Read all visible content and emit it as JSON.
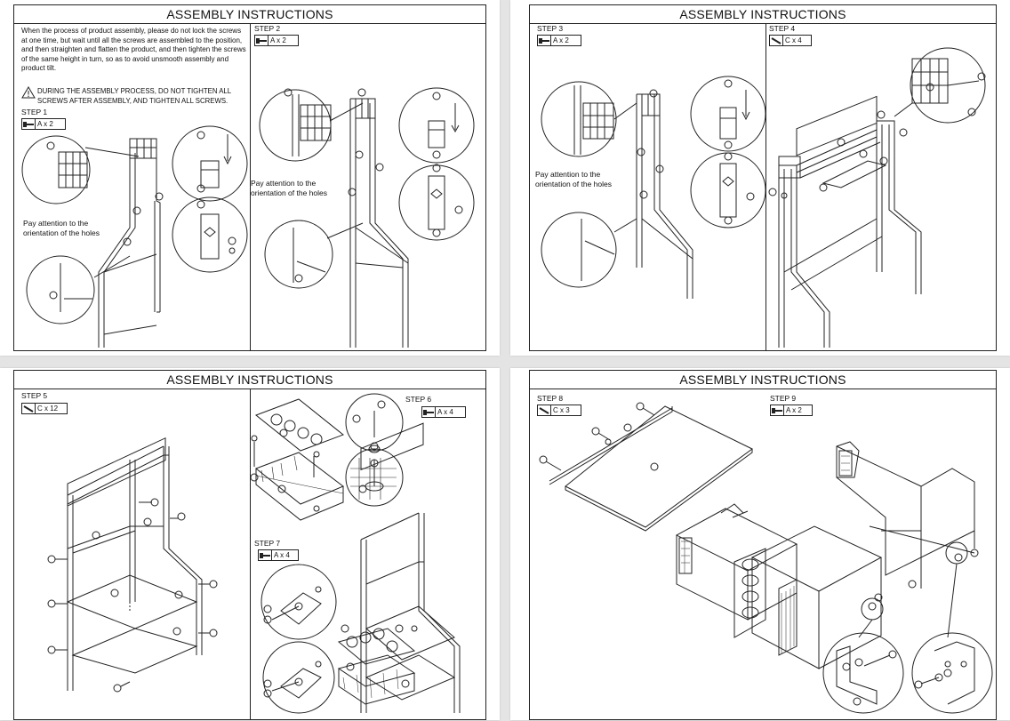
{
  "pages": [
    {
      "title": "ASSEMBLY INSTRUCTIONS",
      "intro": "When the process of product assembly, please do not lock the screws at one time, but wait until all the screws are assembled to the position, and then straighten and flatten the product, and then tighten the screws of the same height in turn, so as to avoid unsmooth assembly and product tilt.",
      "warning": "DURING THE ASSEMBLY PROCESS, DO NOT TIGHTEN ALL SCREWS AFTER ASSEMBLY, AND TIGHTEN ALL SCREWS.",
      "steps": [
        {
          "label": "STEP 1",
          "part": "A x 2",
          "icon": "bolt-icon"
        },
        {
          "label": "STEP 2",
          "part": "A x 2",
          "icon": "bolt-icon"
        }
      ],
      "notes": [
        "Pay attention to the orientation of the holes",
        "Pay attention to the orientation of the holes"
      ]
    },
    {
      "title": "ASSEMBLY INSTRUCTIONS",
      "steps": [
        {
          "label": "STEP 3",
          "part": "A x 2",
          "icon": "bolt-icon"
        },
        {
          "label": "STEP 4",
          "part": "C x 4",
          "icon": "screw-icon"
        }
      ],
      "notes": [
        "Pay attention to the orientation of the holes"
      ]
    },
    {
      "title": "ASSEMBLY INSTRUCTIONS",
      "steps": [
        {
          "label": "STEP 5",
          "part": "C x 12",
          "icon": "screw-icon"
        },
        {
          "label": "STEP 6",
          "part": "A x 4",
          "icon": "bolt-icon"
        },
        {
          "label": "STEP 7",
          "part": "A x 4",
          "icon": "bolt-icon"
        }
      ]
    },
    {
      "title": "ASSEMBLY INSTRUCTIONS",
      "steps": [
        {
          "label": "STEP 8",
          "part": "C x 3",
          "icon": "screw-icon"
        },
        {
          "label": "STEP 9",
          "part": "A x 2",
          "icon": "bolt-icon"
        }
      ]
    }
  ],
  "colors": {
    "line": "#222222",
    "page": "#ffffff",
    "background": "#e4e4e4"
  }
}
